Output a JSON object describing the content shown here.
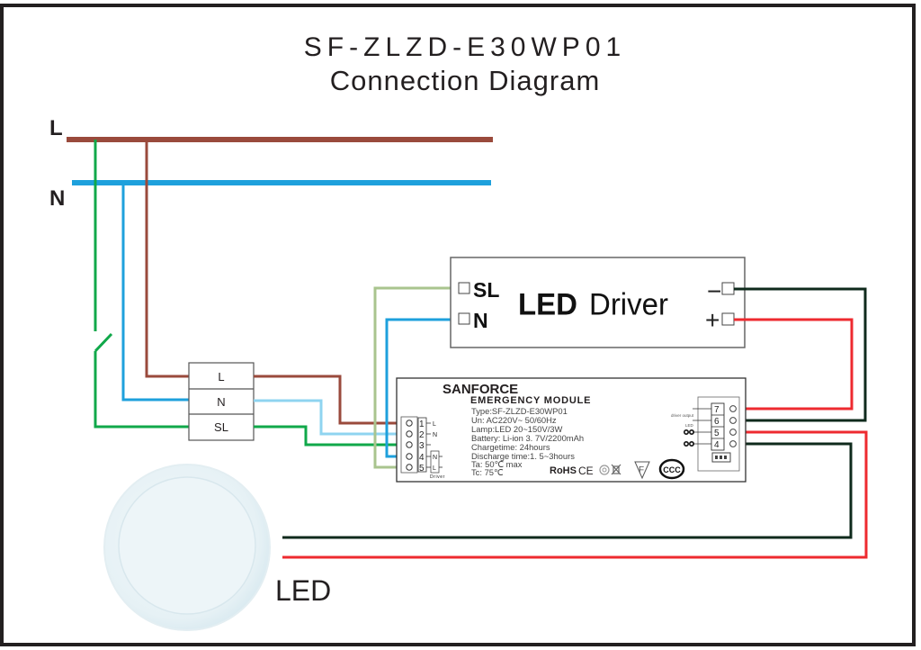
{
  "title": {
    "model": "SF-ZLZD-E30WP01",
    "subtitle": "Connection Diagram"
  },
  "mains": {
    "line_label": "L",
    "neutral_label": "N"
  },
  "terminal_block": {
    "rows": [
      "L",
      "N",
      "SL"
    ]
  },
  "led_driver": {
    "label_bold": "LED",
    "label_regular": "Driver",
    "input_sl": "SL",
    "input_n": "N",
    "output_minus": "−",
    "output_plus": "+"
  },
  "module": {
    "brand": "SANFORCE",
    "name": "EMERGENCY MODULE",
    "specs": [
      "Type:SF-ZLZD-E30WP01",
      "Un: AC220V~ 50/60Hz",
      "Lamp:LED 20~150V/3W",
      "Battery: Li-ion  3. 7V/2200mAh",
      "Chargetime: 24hours",
      "Discharge time:1. 5~3hours",
      "Ta: 50℃ max",
      "Tc: 75℃"
    ],
    "input_terminals": [
      {
        "num": "1",
        "label": "L"
      },
      {
        "num": "2",
        "label": "N"
      },
      {
        "num": "3",
        "label": ""
      },
      {
        "num": "4",
        "label": "N"
      },
      {
        "num": "5",
        "label": "L"
      }
    ],
    "driver_caption": "Driver",
    "output_terminals": [
      "7",
      "6",
      "5",
      "4"
    ],
    "driver_output_caption": "driver output",
    "led_caption": "LED",
    "cert_rohs": "RoHS",
    "cert_ce": "CE",
    "cert_f": "F",
    "cert_ccc": "CCC"
  },
  "lamp": {
    "label": "LED"
  },
  "colors": {
    "line_brown": "#9a4a3c",
    "neutral_blue": "#1ea0dc",
    "switched_green": "#10a84a",
    "light_blue": "#8fd4f0",
    "driver_sl_olive": "#a9c48e",
    "dc_dark_green": "#0f2a1c",
    "dc_red": "#ee2a2f",
    "frame": "#231f20"
  }
}
